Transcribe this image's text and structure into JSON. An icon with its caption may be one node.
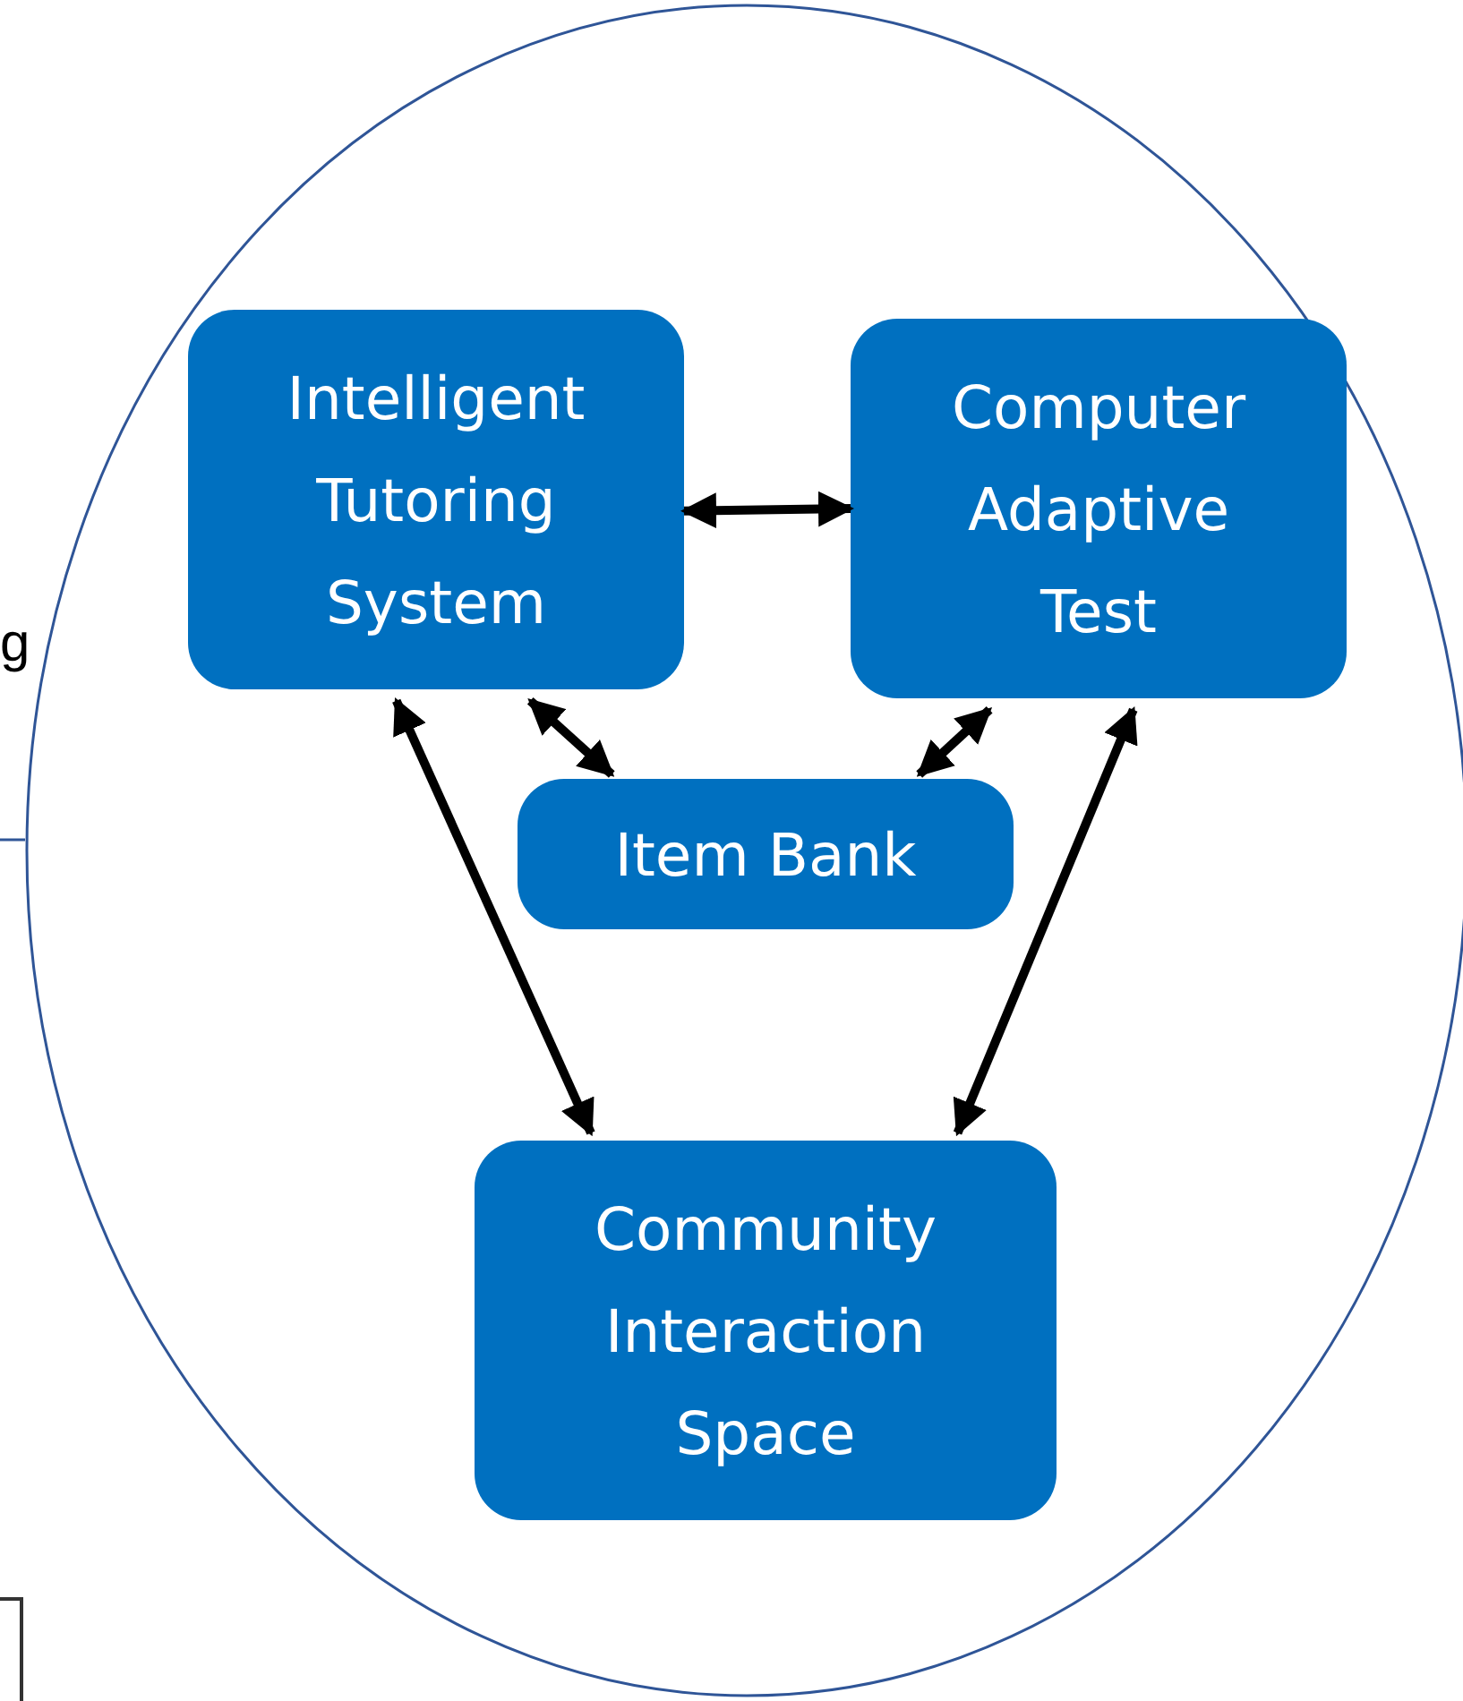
{
  "diagram": {
    "nodes": [
      {
        "text": [],
        "shape": "circle"
      },
      {
        "text": [
          "Intelligent Tutoring System"
        ],
        "in": 0
      },
      {
        "text": [
          "Computer Adaptive Test"
        ],
        "in": 0
      },
      {
        "text": [
          "Item Bank"
        ],
        "in": 0
      },
      {
        "text": [
          "Community Interaction Space"
        ],
        "in": 0
      },
      {
        "text": [],
        "shape": "box"
      }
    ],
    "edges": [
      {
        "from": 1,
        "to": 2,
        "arrow": "both"
      },
      {
        "from": 1,
        "to": 3,
        "arrow": "both"
      },
      {
        "from": 2,
        "to": 3,
        "arrow": "both"
      },
      {
        "from": 1,
        "to": 4,
        "arrow": "both"
      },
      {
        "from": 2,
        "to": 4,
        "arrow": "both"
      },
      {
        "from": null,
        "to": 0,
        "arrow": "none",
        "color": "#2f5597"
      }
    ],
    "labels": [
      "g"
    ]
  }
}
